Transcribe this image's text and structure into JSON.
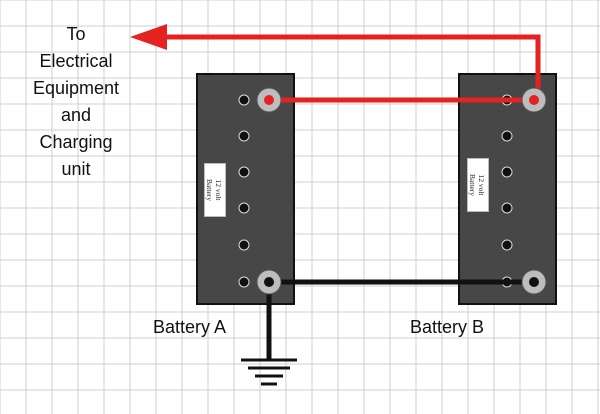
{
  "destination": {
    "lines": [
      "To",
      "Electrical",
      "Equipment",
      "and",
      "Charging",
      "unit"
    ]
  },
  "batteries": [
    {
      "name": "Battery A",
      "tag_lines": [
        "12 volt",
        "Battery"
      ]
    },
    {
      "name": "Battery B",
      "tag_lines": [
        "12 volt",
        "Battery"
      ]
    }
  ],
  "colors": {
    "background": "#ffffff",
    "grid": "#cfcfcf",
    "battery_body": "#474747",
    "battery_outline": "#111111",
    "positive_wire": "#e52222",
    "negative_wire": "#111111",
    "terminal": "#bdbdbd"
  },
  "icons": {
    "arrow": "arrowhead-left-icon",
    "ground": "ground-symbol-icon"
  }
}
